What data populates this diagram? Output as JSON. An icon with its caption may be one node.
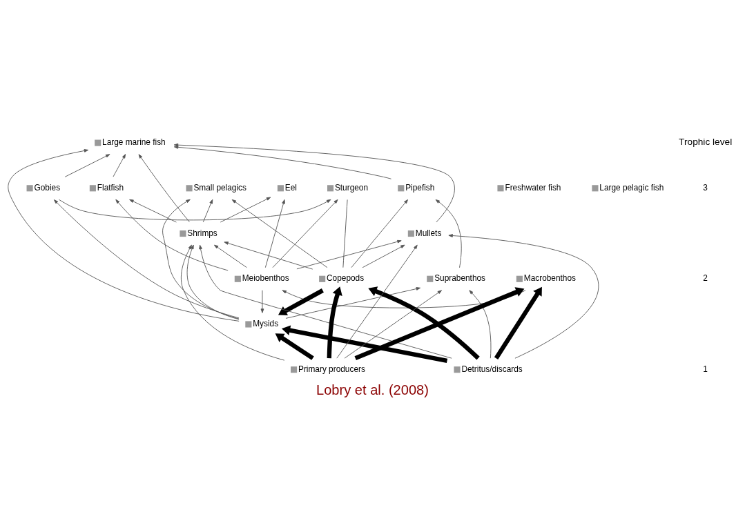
{
  "diagram": {
    "caption": "Lobry et al. (2008)",
    "nodes": [
      {
        "text": [
          "Large marine fish"
        ]
      },
      {
        "text": [
          "Eel"
        ]
      },
      {
        "text": [
          "Flatfish"
        ]
      },
      {
        "text": [
          "Gobies"
        ]
      },
      {
        "text": [
          "Sturgeon"
        ]
      },
      {
        "text": [
          "Freshwater fish"
        ]
      },
      {
        "text": [
          "Large pelagic fish"
        ]
      },
      {
        "text": [
          "Small pelagics"
        ]
      },
      {
        "text": [
          "Pipefish"
        ]
      },
      {
        "text": [
          "Shrimps"
        ]
      },
      {
        "text": [
          "Mysids"
        ]
      },
      {
        "text": [
          "Mullets"
        ]
      },
      {
        "text": [
          "Meiobenthos"
        ]
      },
      {
        "text": [
          "Macrobenthos"
        ]
      },
      {
        "text": [
          "Suprabenthos"
        ]
      },
      {
        "text": [
          "Copepods"
        ]
      },
      {
        "text": [
          "Detritus/discards"
        ]
      },
      {
        "text": [
          "Primary producers"
        ]
      }
    ],
    "edges": [
      {
        "from": 16,
        "to": 13,
        "arrow": "to",
        "style": "thick"
      },
      {
        "from": 16,
        "to": 15,
        "arrow": "to",
        "style": "thick"
      },
      {
        "from": 17,
        "to": 15,
        "arrow": "to",
        "style": "thick"
      },
      {
        "from": 15,
        "to": 10,
        "arrow": "to",
        "style": "thick"
      },
      {
        "from": 17,
        "to": 10,
        "arrow": "to",
        "style": "thick"
      },
      {
        "from": 17,
        "to": 13,
        "arrow": "to",
        "style": "thick"
      },
      {
        "from": 16,
        "to": 10,
        "arrow": "to",
        "style": "thick"
      },
      {
        "from": 13,
        "to": 12,
        "arrow": "to"
      },
      {
        "from": 12,
        "to": 1,
        "arrow": "to"
      },
      {
        "from": 12,
        "to": 2,
        "arrow": "to"
      },
      {
        "from": 12,
        "to": 4,
        "arrow": "to"
      },
      {
        "from": 12,
        "to": 9,
        "arrow": "to"
      },
      {
        "from": 12,
        "to": 10,
        "arrow": "to"
      },
      {
        "from": 12,
        "to": 11,
        "arrow": "to"
      },
      {
        "from": 9,
        "to": 1,
        "arrow": "to"
      },
      {
        "from": 9,
        "to": 2,
        "arrow": "to"
      },
      {
        "from": 10,
        "to": 3,
        "arrow": "to"
      },
      {
        "from": 3,
        "to": 4,
        "arrow": "to"
      },
      {
        "from": 2,
        "to": 0,
        "arrow": "to"
      },
      {
        "from": 3,
        "to": 0,
        "arrow": "to"
      },
      {
        "from": 9,
        "to": 0,
        "arrow": "to"
      },
      {
        "from": 10,
        "to": 0,
        "arrow": "to"
      },
      {
        "from": 11,
        "to": 0,
        "arrow": "to"
      },
      {
        "from": 8,
        "to": 0,
        "arrow": "to"
      },
      {
        "from": 9,
        "to": 7,
        "arrow": "to"
      },
      {
        "from": 10,
        "to": 7,
        "arrow": "to"
      },
      {
        "from": 15,
        "to": 7,
        "arrow": "to"
      },
      {
        "from": 14,
        "to": 8,
        "arrow": "to"
      },
      {
        "from": 15,
        "to": 8,
        "arrow": "to"
      },
      {
        "from": 15,
        "to": 4,
        "arrow": "none"
      },
      {
        "from": 10,
        "to": 9,
        "arrow": "to"
      },
      {
        "from": 10,
        "to": 14,
        "arrow": "to"
      },
      {
        "from": 16,
        "to": 14,
        "arrow": "to"
      },
      {
        "from": 17,
        "to": 14,
        "arrow": "to"
      },
      {
        "from": 16,
        "to": 11,
        "arrow": "to"
      },
      {
        "from": 16,
        "to": 9,
        "arrow": "to"
      },
      {
        "from": 15,
        "to": 11,
        "arrow": "to"
      },
      {
        "from": 15,
        "to": 9,
        "arrow": "to"
      },
      {
        "from": 17,
        "to": 11,
        "arrow": "to"
      },
      {
        "from": 17,
        "to": 9,
        "arrow": "to"
      }
    ],
    "labels": [
      "Trophic level",
      "3",
      "2",
      "1"
    ]
  }
}
